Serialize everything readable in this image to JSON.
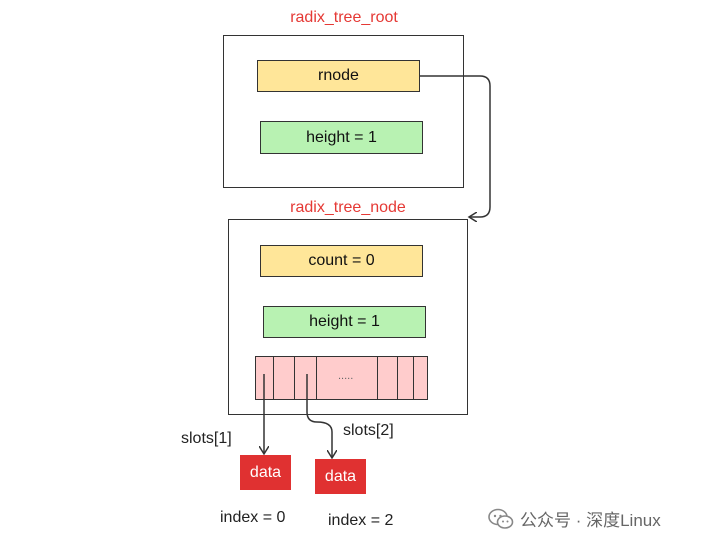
{
  "root": {
    "title": "radix_tree_root",
    "fields": {
      "rnode": "rnode",
      "height": "height = 1"
    }
  },
  "node": {
    "title": "radix_tree_node",
    "fields": {
      "count": "count = 0",
      "height": "height = 1"
    },
    "slots_ellipsis": "....."
  },
  "slot_labels": {
    "slot1": "slots[1]",
    "slot2": "slots[2]"
  },
  "data_items": [
    {
      "label": "data",
      "index": "index = 0"
    },
    {
      "label": "data",
      "index": "index = 2"
    }
  ],
  "watermark": {
    "text": "公众号 · 深度Linux",
    "icon": "wechat-icon"
  },
  "colors": {
    "title": "#e53935",
    "yellow_field": "#ffe699",
    "green_field": "#b8f2b2",
    "slots": "#ffcccc",
    "data": "#e03131"
  }
}
